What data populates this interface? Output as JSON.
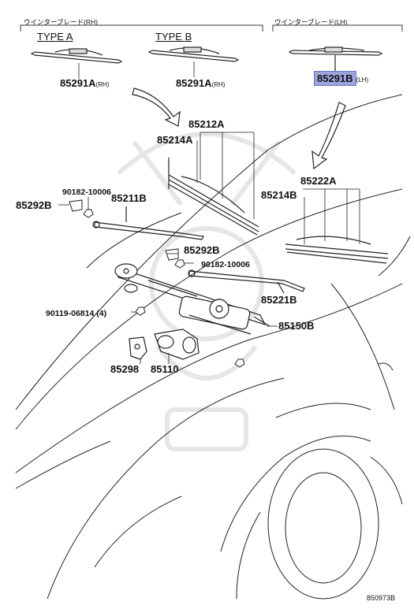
{
  "diagram": {
    "headers": {
      "rh": "ウインターブレード(RH)",
      "lh": "ウインターブレード(LH)"
    },
    "types": {
      "a": "TYPE A",
      "b": "TYPE B"
    },
    "parts": {
      "p85291a_a": "85291A",
      "p85291a_a_side": "(RH)",
      "p85291a_b": "85291A",
      "p85291a_b_side": "(RH)",
      "p85291b": "85291B",
      "p85291b_side": "(LH)",
      "p85212a": "85212A",
      "p85214a": "85214A",
      "p85222a": "85222A",
      "p85214b": "85214B",
      "p90182_1": "90182-10006",
      "p85292b_1": "85292B",
      "p85211b": "85211B",
      "p85292b_2": "85292B",
      "p90182_2": "90182-10006",
      "p90119": "90119-06814",
      "p90119_qty": "(4)",
      "p85221b": "85221B",
      "p85150b": "85150B",
      "p85298": "85298",
      "p85110": "85110"
    },
    "highlight_color": "#9da5dc",
    "drawing_code": "850973B"
  }
}
